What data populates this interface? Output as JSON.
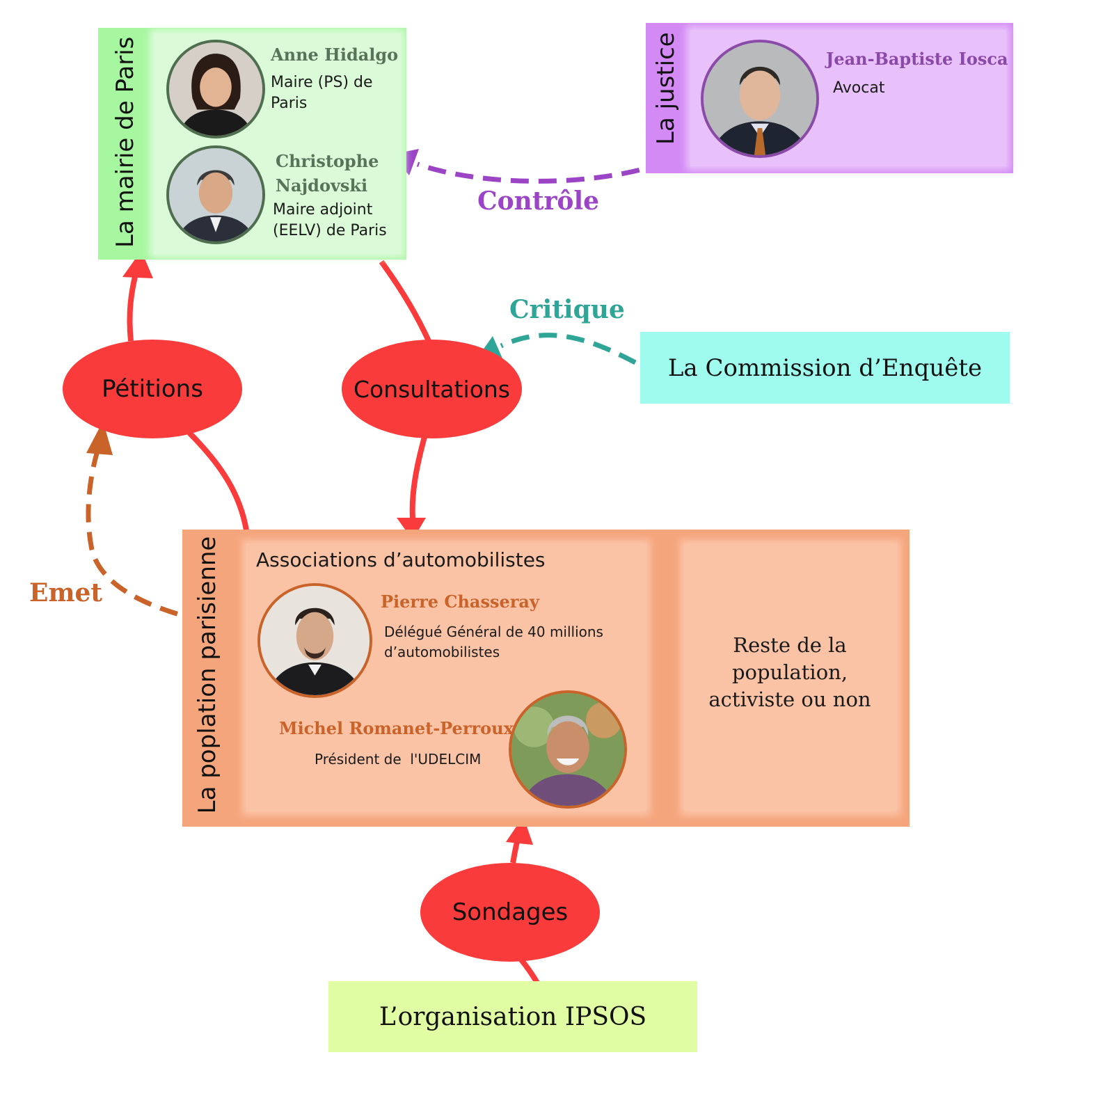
{
  "mairie": {
    "label": "La mairie de Paris",
    "people": [
      {
        "name": "Anne Hidalgo",
        "role": "Maire (PS) de Paris"
      },
      {
        "name": "Christophe Najdovski",
        "role": "Maire adjoint (EELV) de Paris"
      }
    ]
  },
  "justice": {
    "label": "La justice",
    "person": {
      "name": "Jean-Baptiste Iosca",
      "role": "Avocat"
    }
  },
  "commission": {
    "label": "La Commission d’Enquête"
  },
  "population": {
    "label": "La poplation parisienne",
    "associations": {
      "title": "Associations d’automobilistes",
      "people": [
        {
          "name": "Pierre Chasseray",
          "role": "Délégué Général de 40 millions d’automobilistes"
        },
        {
          "name": "Michel Romanet-Perroux",
          "role": "Président de  l'UDELCIM"
        }
      ]
    },
    "rest": "Reste de la population, activiste ou non"
  },
  "ipsos": {
    "label": "L’organisation IPSOS"
  },
  "actions": {
    "petitions": "Pétitions",
    "consultations": "Consultations",
    "sondages": "Sondages"
  },
  "edge_labels": {
    "controle": "Contrôle",
    "critique": "Critique",
    "emet": "Emet"
  },
  "colors": {
    "mairie_green": "#a6f7a0",
    "justice_purple": "#d38af5",
    "commission_cyan": "#a0fbef",
    "population_orange": "#f5a57c",
    "ipsos_lime": "#e0fda3",
    "action_red": "#f93b3b",
    "controle_purple": "#9b45c6",
    "critique_teal": "#2fa597",
    "emet_orange": "#c9632a"
  },
  "icons": [
    "portrait-anne-hidalgo",
    "portrait-christophe-najdovski",
    "portrait-jean-baptiste-iosca",
    "portrait-pierre-chasseray",
    "portrait-michel-romanet-perroux"
  ]
}
